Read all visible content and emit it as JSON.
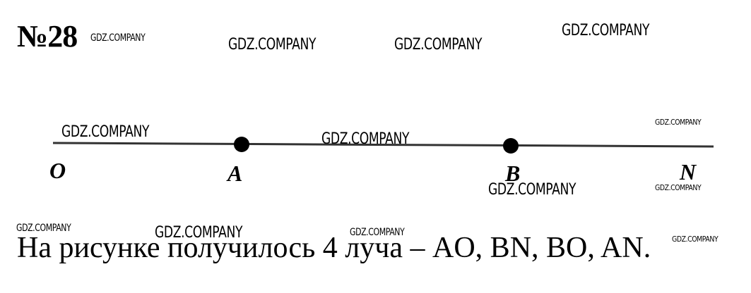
{
  "task": {
    "number_label": "№28"
  },
  "watermark": "GDZ.COMPANY",
  "figure": {
    "points": [
      {
        "id": "O",
        "label": "O",
        "marked": false
      },
      {
        "id": "A",
        "label": "A",
        "marked": true
      },
      {
        "id": "B",
        "label": "B",
        "marked": true
      },
      {
        "id": "N",
        "label": "N",
        "marked": false
      }
    ]
  },
  "answer": {
    "text": "На рисунке получилось 4 луча – AO,  BN,  BO,  AN."
  },
  "colors": {
    "ink": "#000000",
    "line": "#333333",
    "background": "#ffffff"
  }
}
